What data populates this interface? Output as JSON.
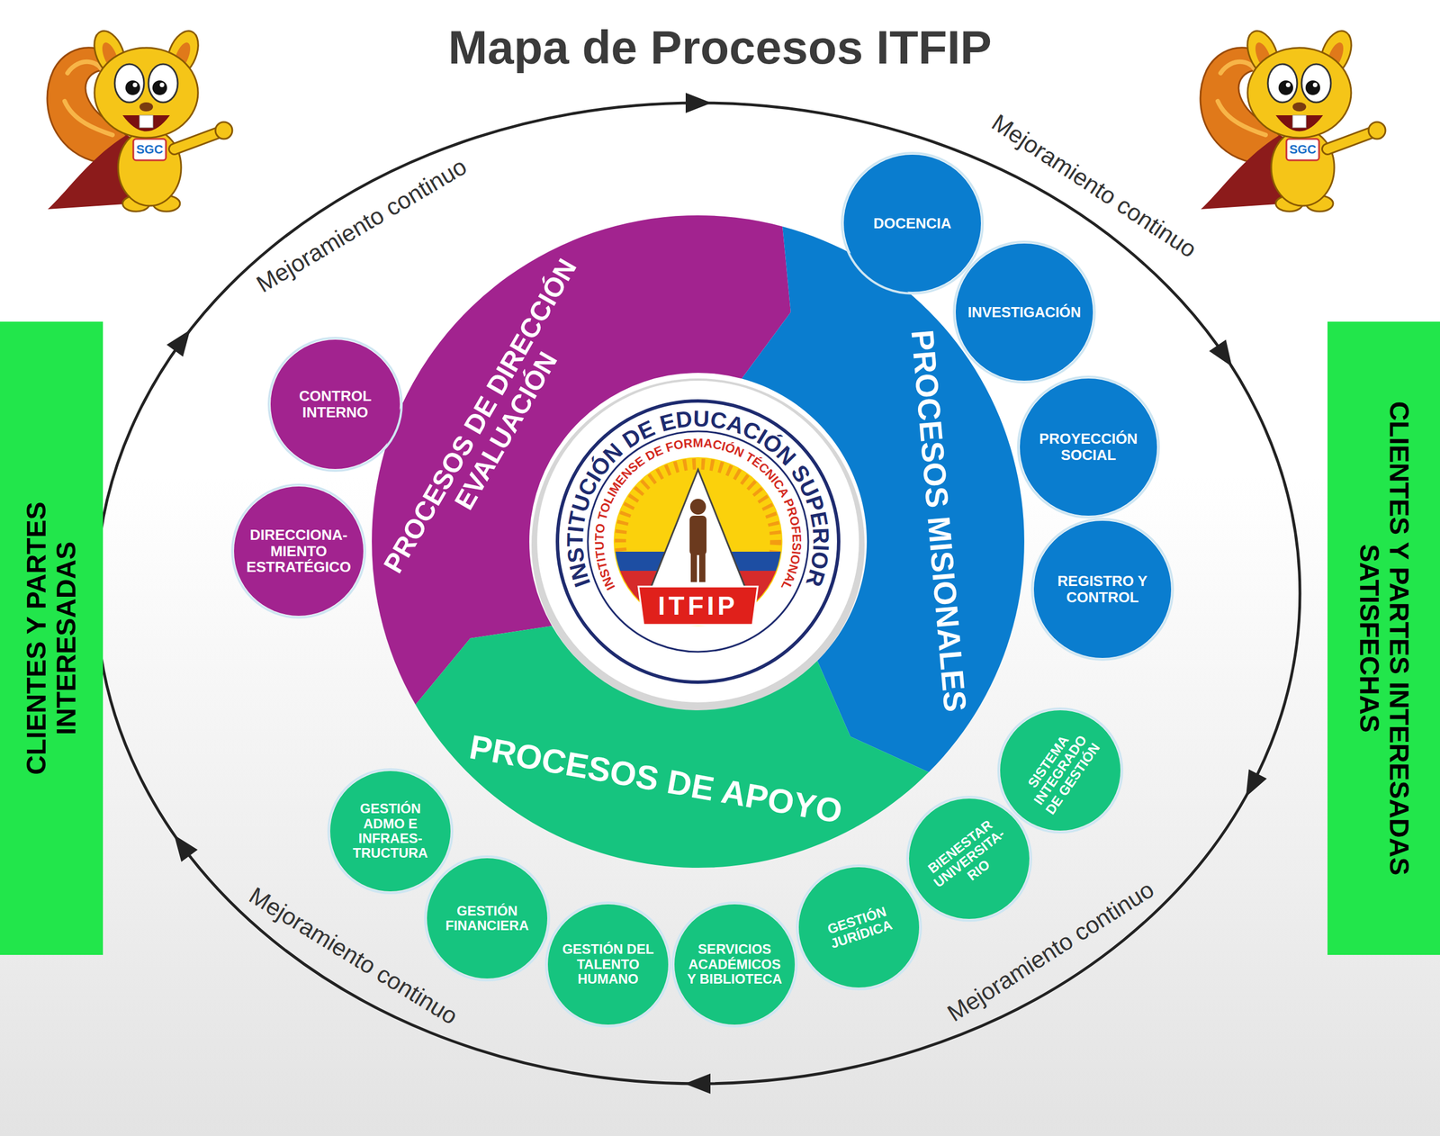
{
  "diagram": {
    "title": "Mapa de Procesos ITFIP",
    "nodes": [
      {
        "text": [
          "CLIENTES Y PARTES INTERESADAS"
        ]
      },
      {
        "text": [
          "PROCESOS DE DIRECCIÓN EVALUACIÓN"
        ]
      },
      {
        "text": [
          "CONTROL INTERNO"
        ]
      },
      {
        "text": [
          "DIRECCIONA- MIENTO ESTRATÉGICO"
        ]
      },
      {
        "text": [
          "INSTITUCIÓN DE EDUCACIÓN SUPERIOR",
          "INSTITUTO TOLIMENSE DE FORMACIÓN TÉCNICA PROFESIONAL",
          "ITFIP"
        ]
      },
      {
        "text": [
          "PROCESOS MISIONALES"
        ]
      },
      {
        "text": [
          "DOCENCIA"
        ]
      },
      {
        "text": [
          "INVESTIGACIÓN"
        ]
      },
      {
        "text": [
          "PROYECCIÓN SOCIAL"
        ]
      },
      {
        "text": [
          "REGISTRO Y CONTROL"
        ]
      },
      {
        "text": [
          "PROCESOS DE APOYO"
        ]
      },
      {
        "text": [
          "GESTIÓN ADMO E INFRAES- TRUCTURA"
        ]
      },
      {
        "text": [
          "GESTIÓN FINANCIERA"
        ]
      },
      {
        "text": [
          "GESTIÓN DEL TALENTO HUMANO"
        ]
      },
      {
        "text": [
          "SERVICIOS ACADÉMICOS Y BIBLIOTECA"
        ]
      },
      {
        "text": [
          "GESTIÓN JURÍDICA"
        ]
      },
      {
        "text": [
          "BIENESTAR UNIVERSITA- RIO"
        ]
      },
      {
        "text": [
          "SISTEMA INTEGRADO DE GESTIÓN"
        ]
      },
      {
        "text": [
          "CLIENTES Y PARTES INTERESADAS SATISFECHAS"
        ]
      }
    ],
    "labels": [
      "SGC",
      "SGC",
      "Mejoramiento continuo",
      "Mejoramiento continuo",
      "Mejoramiento continuo",
      "Mejoramiento continuo"
    ]
  }
}
